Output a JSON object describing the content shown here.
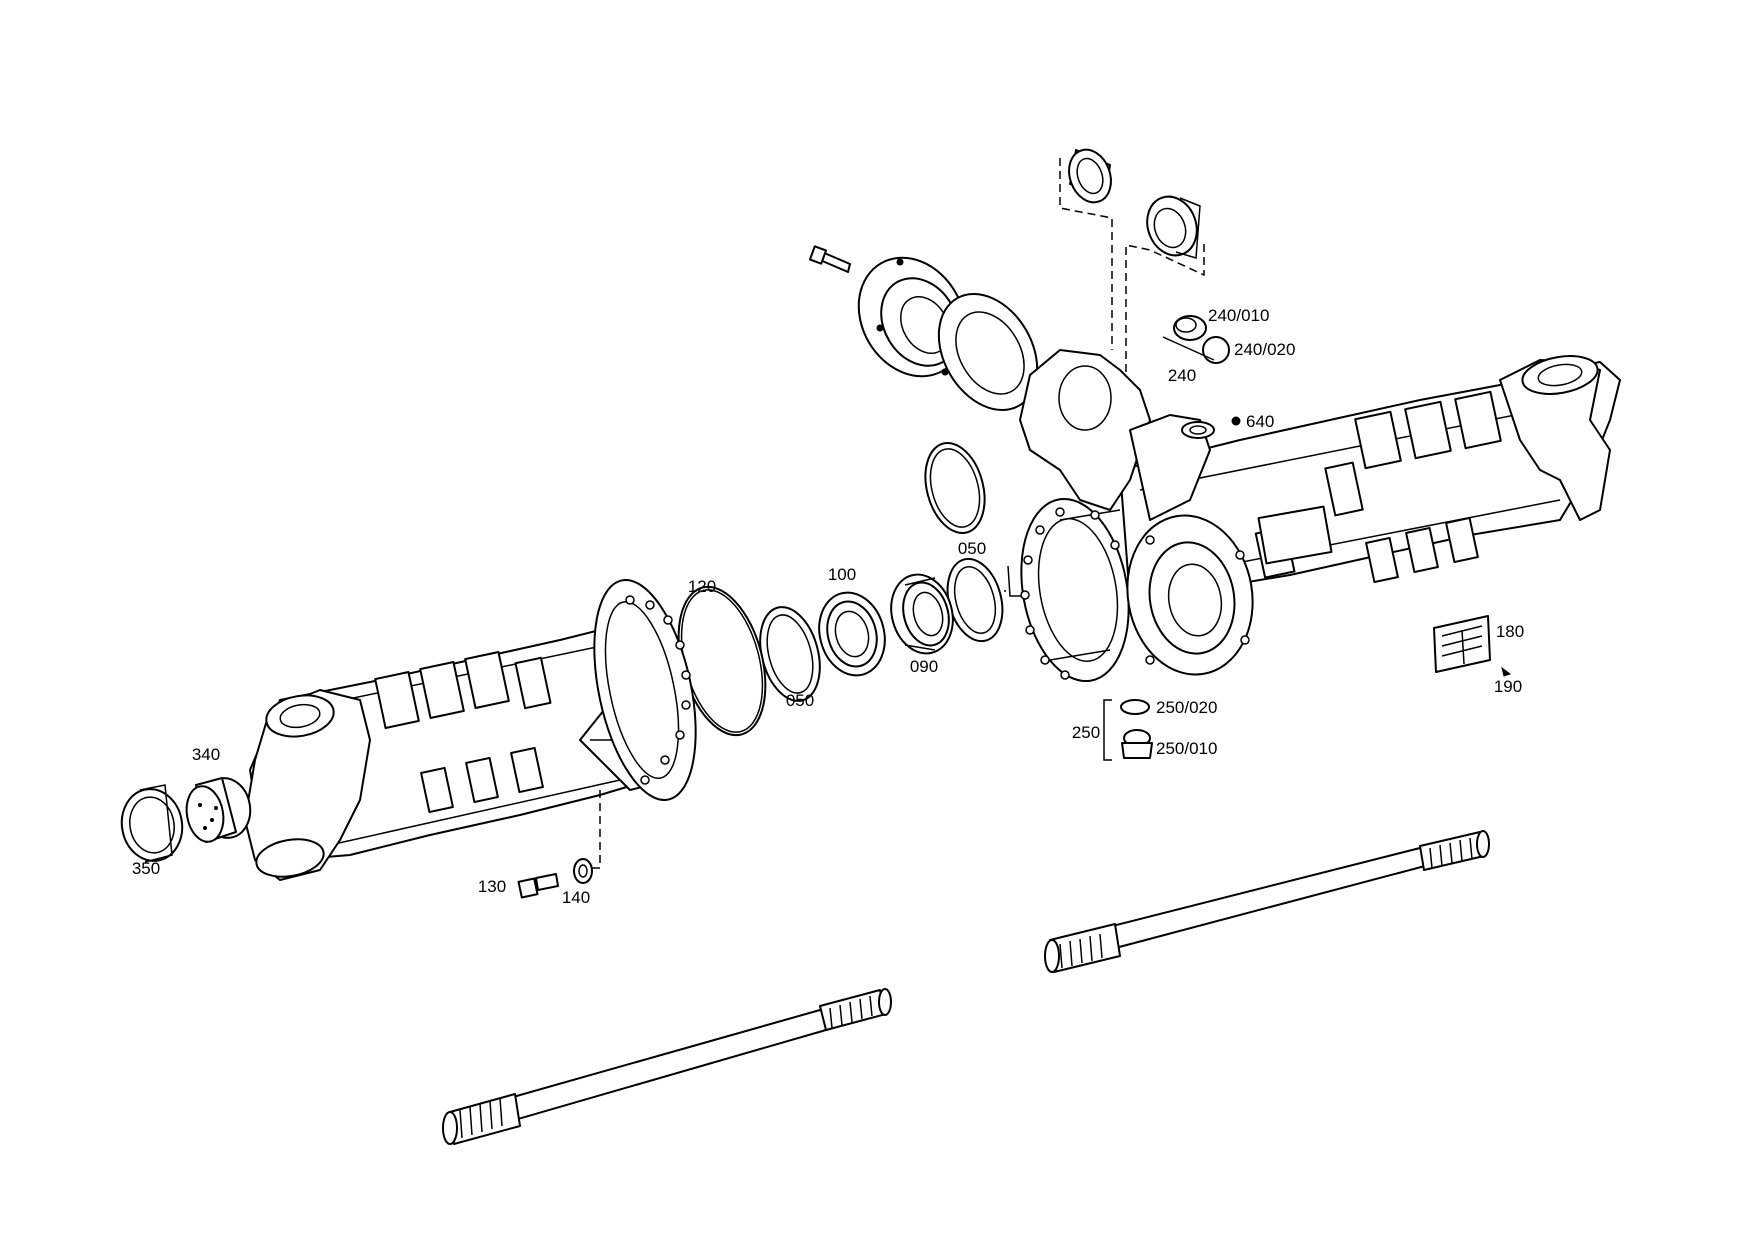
{
  "callouts": {
    "c120": "120",
    "c100": "100",
    "c050a": "050",
    "c050b": "050",
    "c090": "090",
    "c340": "340",
    "c350": "350",
    "c130": "130",
    "c140": "140",
    "c240": "240",
    "c240_010": "240/010",
    "c240_020": "240/020",
    "c640": "640",
    "c250": "250",
    "c250_020": "250/020",
    "c250_010": "250/010",
    "c180": "180",
    "c190": "190"
  }
}
